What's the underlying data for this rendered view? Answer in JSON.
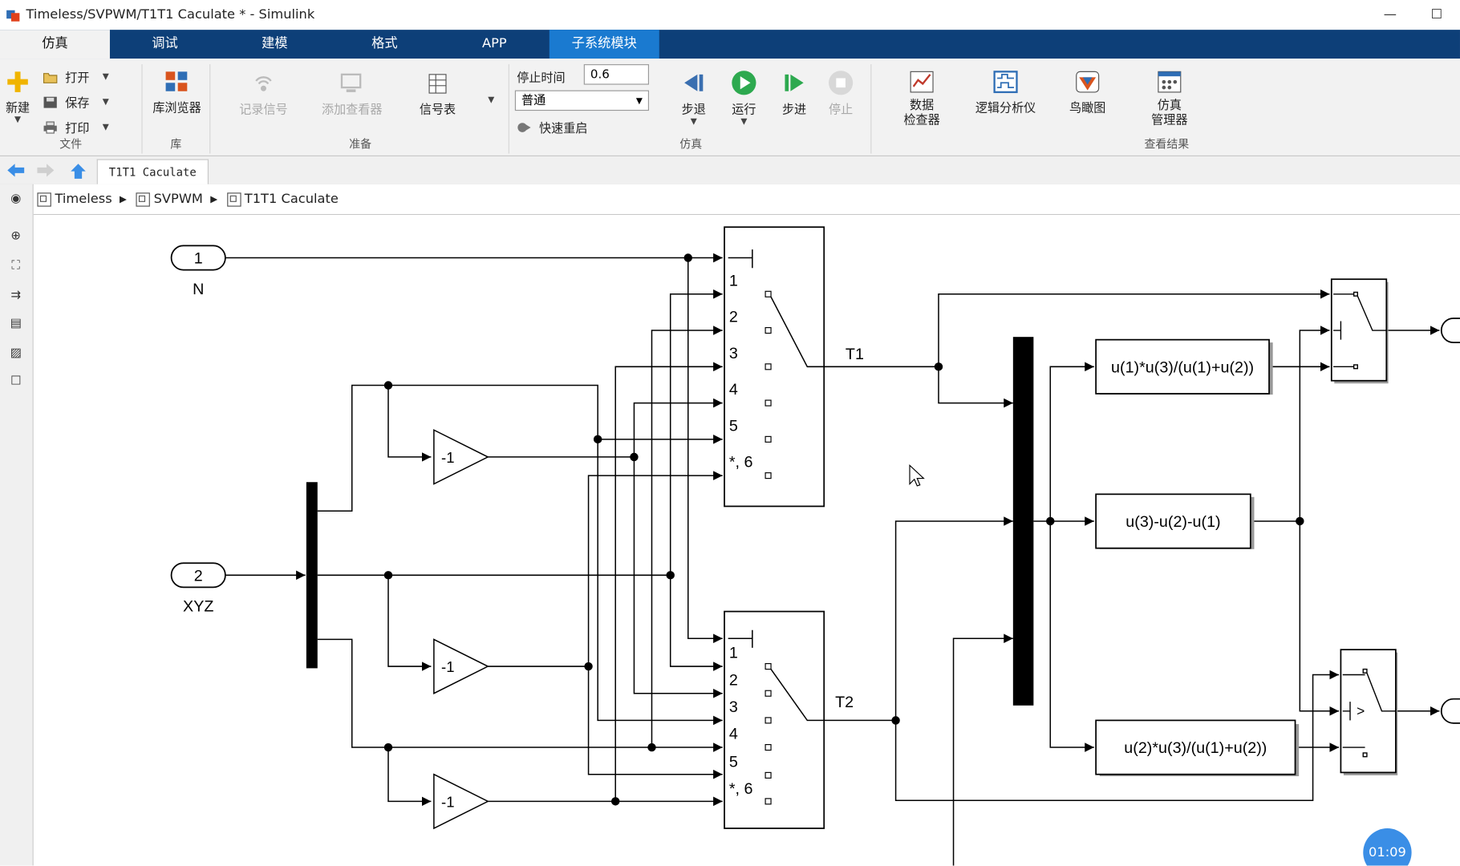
{
  "window": {
    "title": "Timeless/SVPWM/T1T1 Caculate * - Simulink",
    "minimize": "—",
    "maximize": "☐"
  },
  "ribbon_tabs": [
    "仿真",
    "调试",
    "建模",
    "格式",
    "APP",
    "子系统模块"
  ],
  "ribbon": {
    "file": {
      "new": "新建",
      "open": "打开",
      "save": "保存",
      "print": "打印",
      "label": "文件"
    },
    "library": {
      "browser": "库浏览器",
      "label": "库"
    },
    "prepare": {
      "log_signals": "记录信号",
      "add_viewer": "添加查看器",
      "signal_table": "信号表",
      "label": "准备"
    },
    "simulate": {
      "stop_time_label": "停止时间",
      "stop_time_value": "0.6",
      "mode": "普通",
      "fast_restart": "快速重启",
      "step_back": "步退",
      "run": "运行",
      "step_forward": "步进",
      "stop": "停止",
      "label": "仿真"
    },
    "review": {
      "data_inspector_1": "数据",
      "data_inspector_2": "检查器",
      "logic_analyzer": "逻辑分析仪",
      "birdseye": "鸟瞰图",
      "sim_manager_1": "仿真",
      "sim_manager_2": "管理器",
      "label": "查看结果"
    }
  },
  "doc_tab": "T1T1 Caculate",
  "breadcrumb": [
    "Timeless",
    "SVPWM",
    "T1T1 Caculate"
  ],
  "diagram": {
    "inport1_num": "1",
    "inport1_name": "N",
    "inport2_num": "2",
    "inport2_name": "XYZ",
    "gain": "-1",
    "switch_ports": [
      "1",
      "2",
      "3",
      "4",
      "5",
      "*, 6"
    ],
    "label_t1": "T1",
    "label_t2": "T2",
    "fcn1": "u(1)*u(3)/(u(1)+u(2))",
    "fcn2": "u(3)-u(2)-u(1)",
    "fcn3": "u(2)*u(3)/(u(1)+u(2))",
    "cmp_sign": ">"
  },
  "timer": "01:09",
  "colors": {
    "tab_bar": "#0d3f78",
    "tab_special": "#1a7ad0",
    "run_green": "#2da94f"
  }
}
